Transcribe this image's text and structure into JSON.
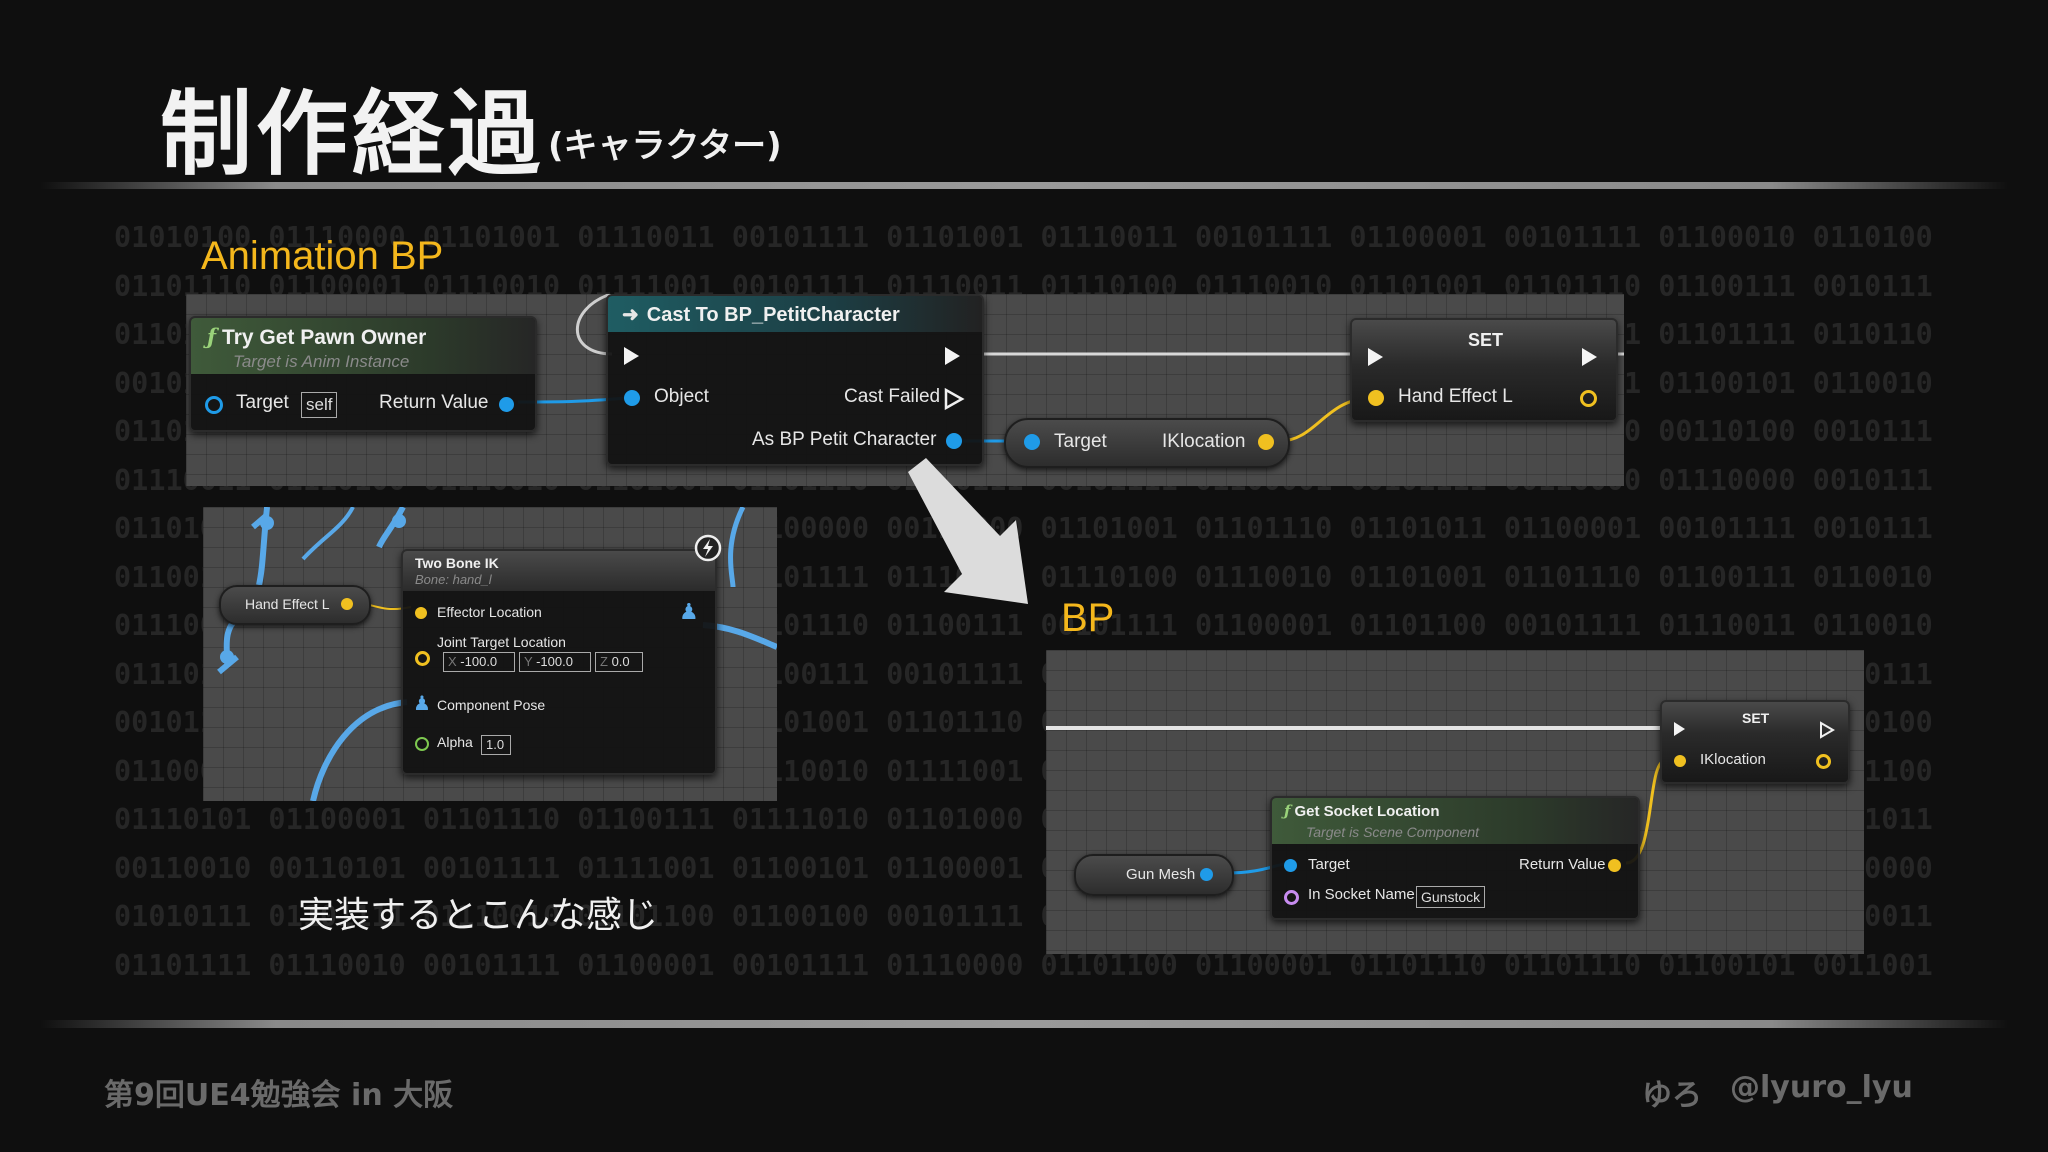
{
  "slide": {
    "title": "制作経過",
    "subtitle": "(キャラクター)"
  },
  "binary_lines": [
    "01010100 01110000 01101001 01110011 00101111 01101001 01110011 00101111 01100001 00101111 01100010 01101001",
    "01101110 01100001 01110010 01111001 00101111 01110011 01110100 01110010 01101001 01101110 01100111 00101111",
    "01101001 01101110 01100111 00101111 01100001 00101111 01100010 01101001 01101110 01100001 01101111 01101101",
    "00101111 01100001 00101111 01100010 01101001 01101110 01100001 01110010 01111001 00101111 01100101 01100101",
    "01101110 01100001 01110010 01111001 00101111 01110011 01110100 01110010 01101001 00100000 00110100 00101111",
    "01110011 01110100 01110010 01101001 01101110 01100111 00101111 01100001 00101111 00110000 01110000 00101111",
    "01101001 01110011 00101111 01100001 00100000 00110000 01101001 01101110 01101011 01100001 00101111 00101111",
    "01100110 01100001 01110010 01111001 00101111 01110011 01110100 01110010 01101001 01101110 01100111 01100101",
    "01110011 01110100 01110010 01101001 01101110 01100111 00101111 01100001 01101100 00101111 01110011 01100100",
    "01110100 01110010 01101001 01101110 01100111 00101111 01100001 00101111 01110100 01110010 00101111 01101111",
    "00101111 01100001 00101111 01100010 01101001 01101110 01100001 01110010 01111001 00101111 01110011 01101001",
    "01100010 01101001 01101110 01100001 01110010 01111001 00101111 01000011 01101111 01101101 01101101 01111001",
    "01110101 01100001 01101110 01100111 01111010 01101000 00101111 01110011 01110100 01110010 01101001 01110111",
    "00110010 00110101 00101111 01111001 01100101 01100001 01110010 01110011 00101111 01100101 01100101 00100000",
    "01010111 01101111 01110010 01101100 01100100 00101111 01100001 01101100 01101100 01100001 01100011 01100110",
    "01101111 01110010 00101111 01100001 00101111 01110000 01101100 01100001 01101110 01101110 01100101 00110010"
  ],
  "sections": {
    "anim_bp": "Animation BP",
    "bp": "BP",
    "caption": "実装するとこんな感じ"
  },
  "anim_graph": {
    "try_get_pawn_owner": {
      "title": "Try Get Pawn Owner",
      "subtitle": "Target is Anim Instance",
      "target_label": "Target",
      "target_value": "self",
      "return_label": "Return Value"
    },
    "cast": {
      "title": "Cast To BP_PetitCharacter",
      "object_label": "Object",
      "cast_failed_label": "Cast Failed",
      "as_label": "As BP Petit Character"
    },
    "get_node": {
      "target_label": "Target",
      "var_label": "IKlocation"
    },
    "set_node": {
      "title": "SET",
      "var_label": "Hand Effect L"
    }
  },
  "ik_graph": {
    "var_node": "Hand Effect L",
    "two_bone_ik": {
      "title": "Two Bone IK",
      "subtitle": "Bone: hand_l",
      "effector_label": "Effector Location",
      "joint_label": "Joint Target Location",
      "x_label": "X",
      "x_value": "-100.0",
      "y_label": "Y",
      "y_value": "-100.0",
      "z_label": "Z",
      "z_value": "0.0",
      "pose_label": "Component Pose",
      "alpha_label": "Alpha",
      "alpha_value": "1.0"
    }
  },
  "bp_graph": {
    "set_node": {
      "title": "SET",
      "var_label": "IKlocation"
    },
    "get_socket": {
      "title": "Get Socket Location",
      "subtitle": "Target is Scene Component",
      "target_label": "Target",
      "return_label": "Return Value",
      "socket_label": "In Socket Name",
      "socket_value": "Gunstock"
    },
    "var_node": "Gun Mesh"
  },
  "footer": {
    "left": "第9回UE4勉強会 in 大阪",
    "right_name": "ゆろ",
    "right_handle": "@lyuro_lyu"
  },
  "colors": {
    "accent_label": "#f4b71c",
    "object_pin": "#1f9be8",
    "struct_pin": "#f0c020",
    "name_pin": "#c88cf0"
  }
}
